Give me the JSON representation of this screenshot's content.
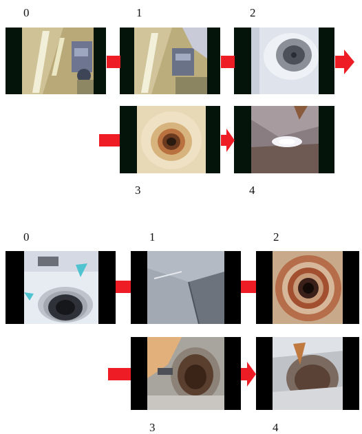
{
  "figure_a": {
    "labels": [
      "0",
      "1",
      "2",
      "3",
      "4"
    ]
  },
  "figure_b": {
    "labels": [
      "0",
      "1",
      "2",
      "3",
      "4"
    ]
  },
  "colors": {
    "arrow": "#ee1c24",
    "frame_a": "#05140a",
    "frame_b": "#000000"
  }
}
